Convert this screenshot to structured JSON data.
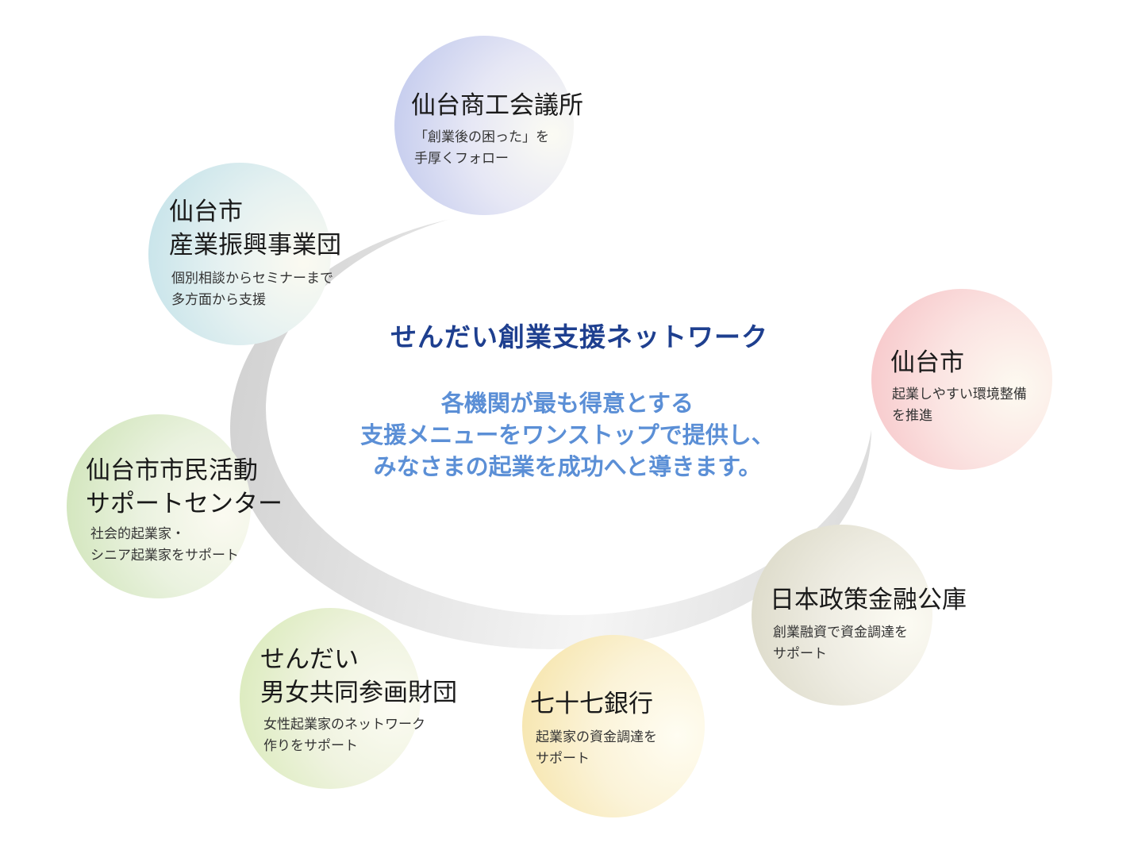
{
  "center": {
    "title": "せんだい創業支援ネットワーク",
    "lines": [
      "各機関が最も得意とする",
      "支援メニューをワンストップで提供し、",
      "みなさまの起業を成功へと導きます。"
    ]
  },
  "orgs": {
    "shokokai": {
      "name": [
        "仙台商工会議所"
      ],
      "desc": [
        "「創業後の困った」を",
        "手厚くフォロー"
      ],
      "color": "#bcc5ec"
    },
    "sangyo": {
      "name": [
        "仙台市",
        "産業振興事業団"
      ],
      "desc": [
        "個別相談からセミナーまで",
        "多方面から支援"
      ],
      "color": "#bfe0e8"
    },
    "city": {
      "name": [
        "仙台市"
      ],
      "desc": [
        "起業しやすい環境整備",
        "を推進"
      ],
      "color": "#f6c0c4"
    },
    "shimin": {
      "name": [
        "仙台市市民活動",
        "サポートセンター"
      ],
      "desc": [
        "社会的起業家・",
        "シニア起業家をサポート"
      ],
      "color": "#cbe2b2"
    },
    "jfc": {
      "name": [
        "日本政策金融公庫"
      ],
      "desc": [
        "創業融資で資金調達を",
        "サポート"
      ],
      "color": "#d8d6c3"
    },
    "danjo": {
      "name": [
        "せんだい",
        "男女共同参画財団"
      ],
      "desc": [
        "女性起業家のネットワーク",
        "作りをサポート"
      ],
      "color": "#d6e9b4"
    },
    "bank77": {
      "name": [
        "七十七銀行"
      ],
      "desc": [
        "起業家の資金調達を",
        "サポート"
      ],
      "color": "#f5e2a3"
    }
  }
}
